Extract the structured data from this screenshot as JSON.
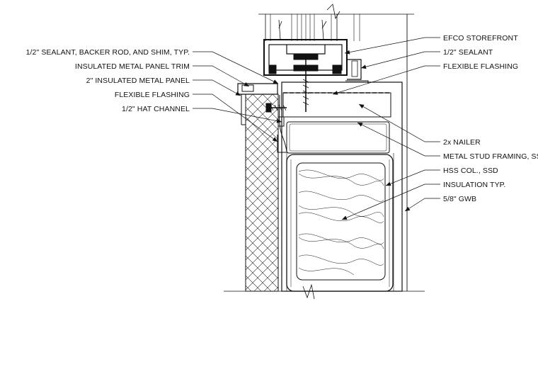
{
  "labels_left": [
    "1/2\" SEALANT, BACKER ROD, AND SHIM, TYP.",
    "INSULATED METAL PANEL TRIM",
    "2\" INSULATED METAL PANEL",
    "FLEXIBLE FLASHING",
    "1/2\" HAT CHANNEL"
  ],
  "labels_right": [
    "EFCO STOREFRONT",
    "1/2\" SEALANT",
    "FLEXIBLE FLASHING",
    "2x NAILER",
    "METAL STUD FRAMING, SSD",
    "HSS COL., SSD",
    "INSULATION TYP.",
    "5/8\" GWB"
  ],
  "colors": {
    "line": "#111111",
    "background": "#ffffff",
    "hatch": "#222222"
  }
}
